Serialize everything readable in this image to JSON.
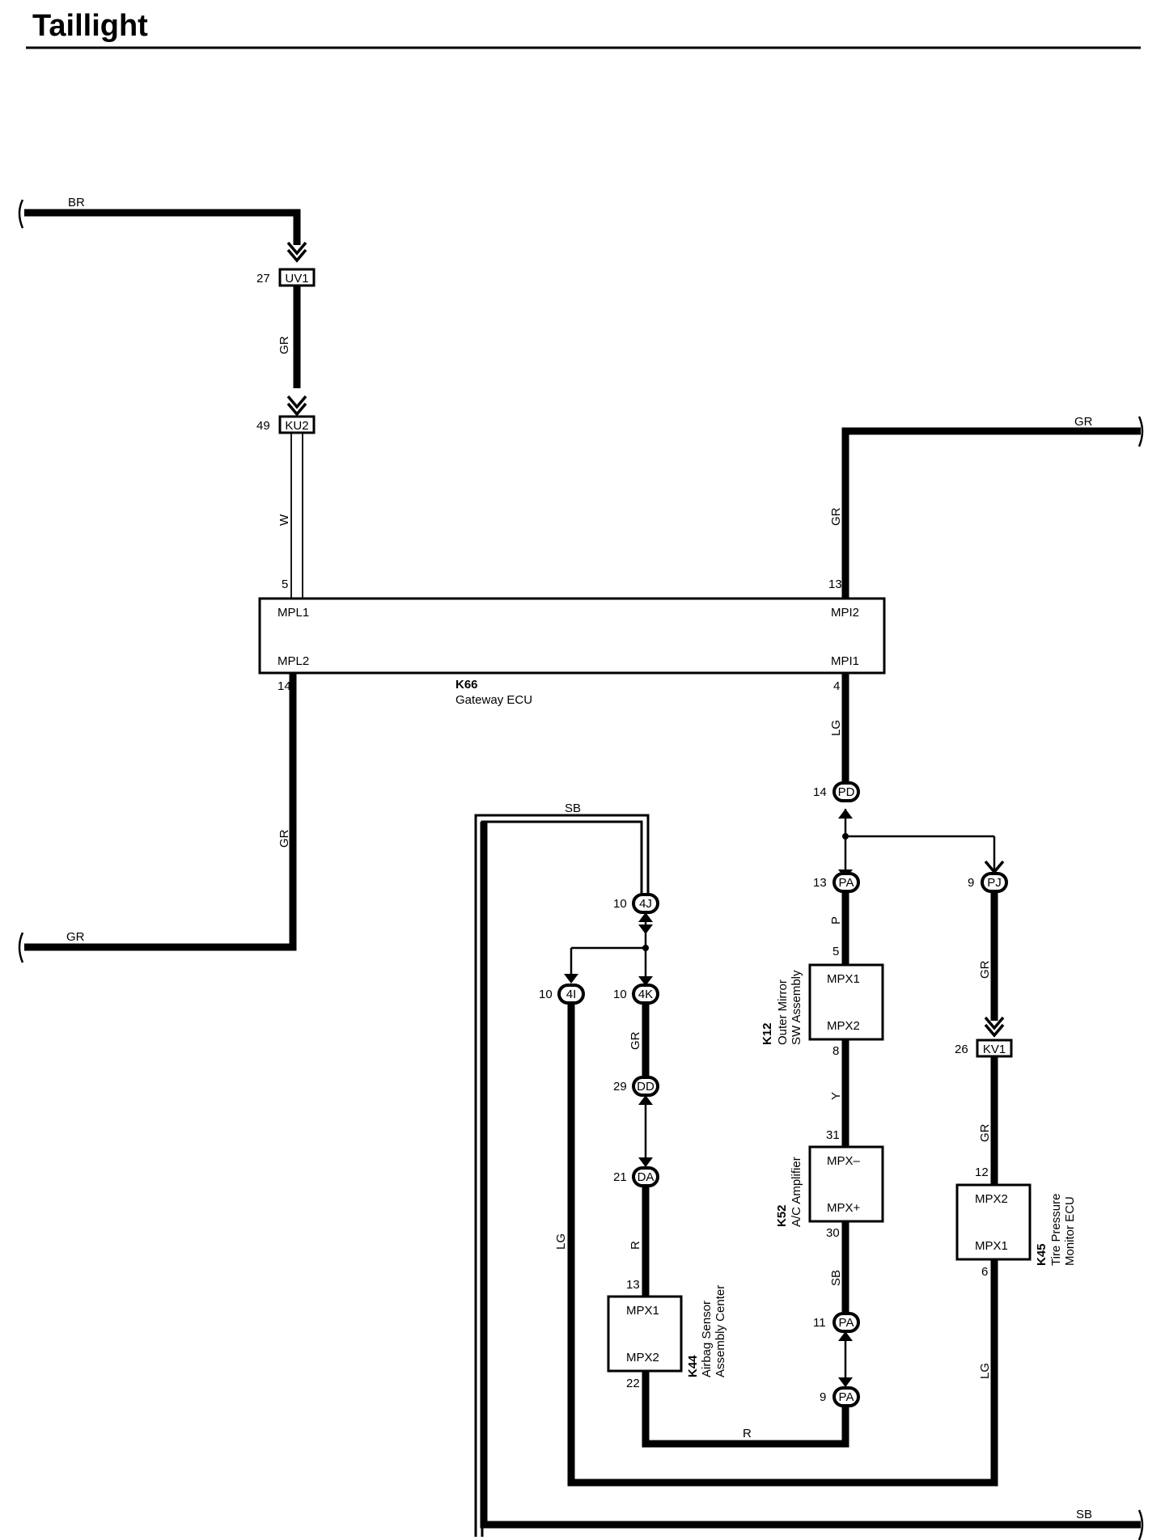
{
  "title": "Taillight",
  "components": {
    "k66": {
      "id": "K66",
      "name": "Gateway ECU",
      "pins": {
        "mpl1": "MPL1",
        "mpl2": "MPL2",
        "mpi2": "MPI2",
        "mpi1": "MPI1"
      }
    },
    "k12": {
      "id": "K12",
      "name1": "Outer Mirror",
      "name2": "SW Assembly",
      "pins": {
        "a": "MPX1",
        "b": "MPX2"
      }
    },
    "k52": {
      "id": "K52",
      "name": "A/C Amplifier",
      "pins": {
        "a": "MPX–",
        "b": "MPX+"
      }
    },
    "k45": {
      "id": "K45",
      "name1": "Tire Pressure",
      "name2": "Monitor ECU",
      "pins": {
        "a": "MPX2",
        "b": "MPX1"
      }
    },
    "k44": {
      "id": "K44",
      "name1": "Airbag Sensor",
      "name2": "Assembly Center",
      "pins": {
        "a": "MPX1",
        "b": "MPX2"
      }
    }
  },
  "connectors": {
    "uv1": {
      "code": "UV1",
      "pin": "27"
    },
    "ku2": {
      "code": "KU2",
      "pin": "49"
    },
    "pd": {
      "code": "PD",
      "pin": "14"
    },
    "pa13": {
      "code": "PA",
      "pin": "13"
    },
    "pj": {
      "code": "PJ",
      "pin": "9"
    },
    "kv1": {
      "code": "KV1",
      "pin": "26"
    },
    "j4": {
      "code": "4J",
      "pin": "10"
    },
    "i4": {
      "code": "4I",
      "pin": "10"
    },
    "k4": {
      "code": "4K",
      "pin": "10"
    },
    "dd": {
      "code": "DD",
      "pin": "29"
    },
    "da": {
      "code": "DA",
      "pin": "21"
    },
    "pa11": {
      "code": "PA",
      "pin": "11"
    },
    "pa9": {
      "code": "PA",
      "pin": "9"
    }
  },
  "pins": {
    "k66_5": "5",
    "k66_14": "14",
    "k66_13": "13",
    "k66_4": "4",
    "k12_5": "5",
    "k12_8": "8",
    "k52_31": "31",
    "k52_30": "30",
    "k45_12": "12",
    "k45_6": "6",
    "k44_13": "13",
    "k44_22": "22"
  },
  "wire_colors": {
    "br_top": "BR",
    "gr_uv1_ku2": "GR",
    "w_ku2": "W",
    "gr_left_low": "GR",
    "gr_left_bottom": "GR",
    "gr_right_top": "GR",
    "gr_k66_13": "GR",
    "lg_k66_4": "LG",
    "p_pa": "P",
    "gr_pj": "GR",
    "gr_kv1": "GR",
    "y_k12": "Y",
    "sb_k52": "SB",
    "lg_k45": "LG",
    "sb_top": "SB",
    "gr_4k": "GR",
    "r_da": "R",
    "lg_4i": "LG",
    "r_bottom": "R",
    "sb_bottom": "SB"
  }
}
